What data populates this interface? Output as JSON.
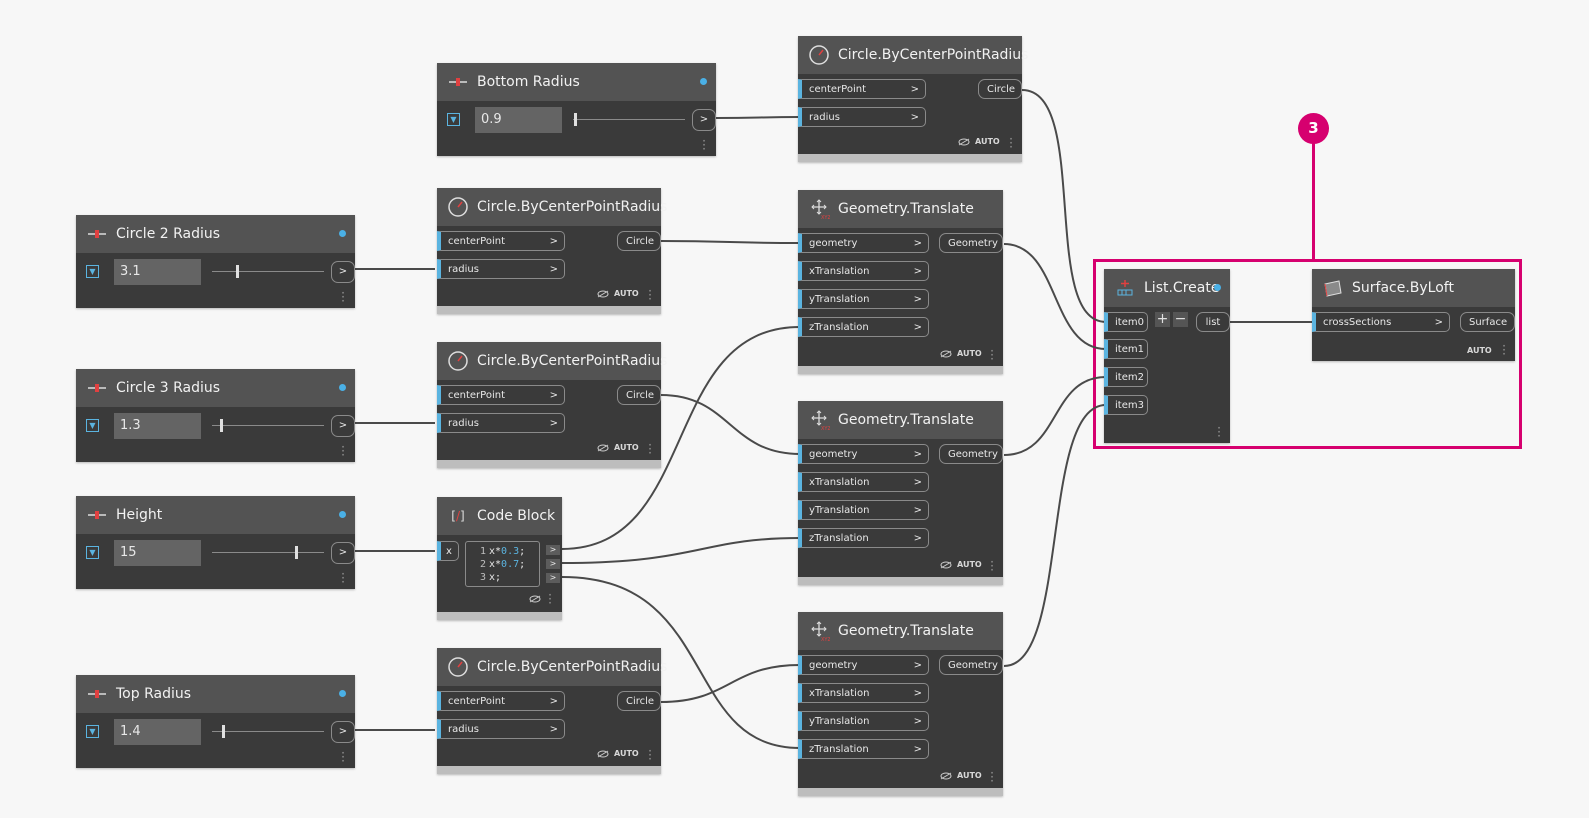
{
  "group": {
    "badge": "3"
  },
  "labels": {
    "centerPoint": "centerPoint",
    "radius": "radius",
    "circle_out": "Circle",
    "geometry": "geometry",
    "xTranslation": "xTranslation",
    "yTranslation": "yTranslation",
    "zTranslation": "zTranslation",
    "geometry_out": "Geometry",
    "auto": "AUTO",
    "chevron": ">"
  },
  "sliders": {
    "bottom": {
      "title": "Bottom Radius",
      "value": "0.9",
      "fraction": 0.02
    },
    "c2": {
      "title": "Circle 2 Radius",
      "value": "3.1",
      "fraction": 0.22
    },
    "c3": {
      "title": "Circle 3 Radius",
      "value": "1.3",
      "fraction": 0.08
    },
    "height": {
      "title": "Height",
      "value": "15",
      "fraction": 0.75
    },
    "top": {
      "title": "Top Radius",
      "value": "1.4",
      "fraction": 0.1
    }
  },
  "circles": {
    "title": "Circle.ByCenterPointRadius"
  },
  "translates": {
    "title": "Geometry.Translate"
  },
  "codeblock": {
    "title": "Code Block",
    "input": "x",
    "lines": [
      {
        "n": "1",
        "code": "x*",
        "num": "0.3",
        "end": ";"
      },
      {
        "n": "2",
        "code": "x*",
        "num": "0.7",
        "end": ";"
      },
      {
        "n": "3",
        "code": "x;",
        "num": "",
        "end": ""
      }
    ]
  },
  "listcreate": {
    "title": "List.Create",
    "items": [
      "item0",
      "item1",
      "item2",
      "item3"
    ],
    "output": "list",
    "plus": "+",
    "minus": "−"
  },
  "loft": {
    "title": "Surface.ByLoft",
    "input": "crossSections",
    "output": "Surface"
  }
}
